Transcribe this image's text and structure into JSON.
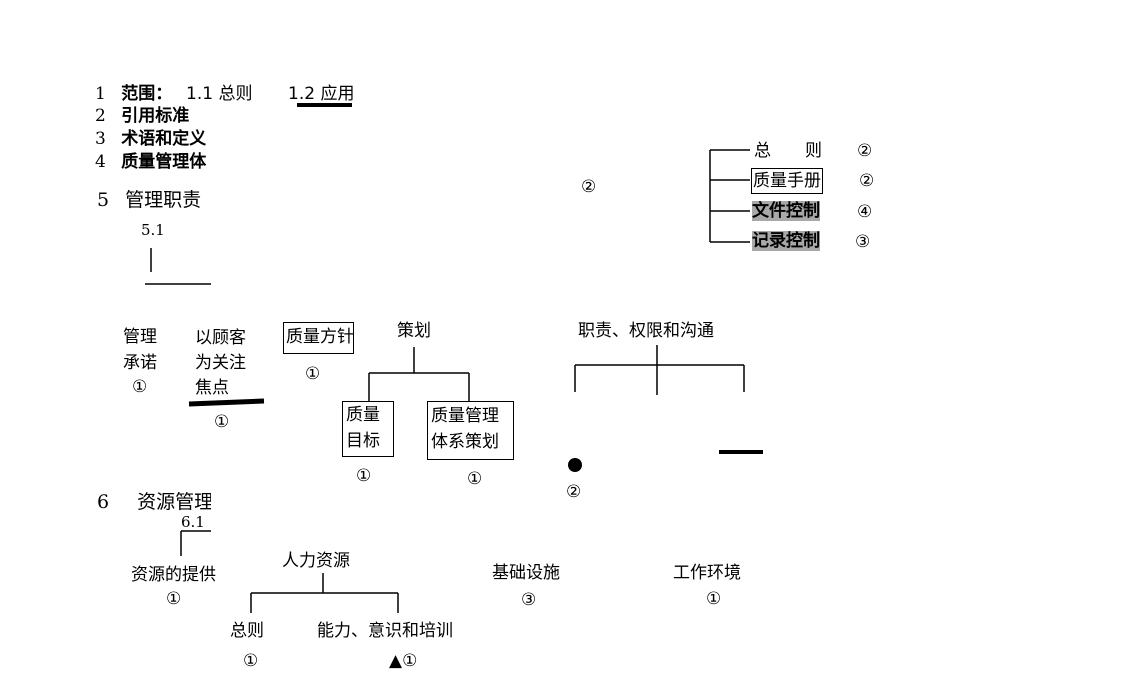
{
  "outline": {
    "s1": {
      "num": "1",
      "title": "范围：",
      "sub1": "1.1 总则",
      "sub2": "1.2 应用"
    },
    "s2": {
      "num": "2",
      "title": "引用标准"
    },
    "s3": {
      "num": "3",
      "title": "术语和定义"
    },
    "s4": {
      "num": "4",
      "title": "质量管理体"
    },
    "s5": {
      "num": "5",
      "title": "管理职责"
    },
    "s6": {
      "num": "6",
      "title": "资源管理"
    }
  },
  "doc_req": {
    "lone_mark": "②",
    "items": [
      {
        "label": "总　　则",
        "mark": "②"
      },
      {
        "label": "质量手册",
        "mark": "②"
      },
      {
        "label": "文件控制",
        "mark": "④"
      },
      {
        "label": "记录控制",
        "mark": "③"
      }
    ]
  },
  "mgmt": {
    "sub_num": "5.1",
    "commit": {
      "line1": "管理",
      "line2": "承诺",
      "mark": "①"
    },
    "customer": {
      "line1": "以顾客",
      "line2": "为关注",
      "line3": "焦点",
      "mark": "①"
    },
    "policy": {
      "label": "质量方针",
      "mark": "①"
    },
    "planning": {
      "label": "策划",
      "obj": {
        "line1": "质量",
        "line2": "目标",
        "mark": "①"
      },
      "qms": {
        "line1": "质量管理",
        "line2": "体系策划",
        "mark": "①"
      }
    },
    "resp": {
      "label": "职责、权限和沟通",
      "mark": "②"
    }
  },
  "res": {
    "sub_num": "6.1",
    "provision": {
      "label": "资源的提供",
      "mark": "①"
    },
    "human": {
      "label": "人力资源",
      "general": {
        "label": "总则",
        "mark": "①"
      },
      "competence": {
        "label": "能力、意识和培训",
        "mark": "▲①"
      }
    },
    "infra": {
      "label": "基础设施",
      "mark": "③"
    },
    "env": {
      "label": "工作环境",
      "mark": "①"
    }
  }
}
